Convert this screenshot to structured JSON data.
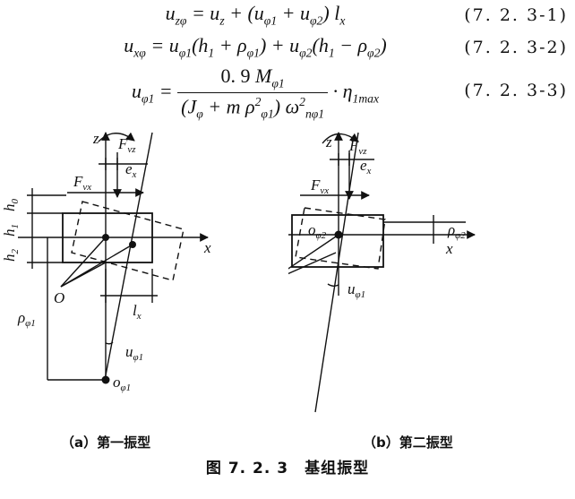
{
  "equations": [
    {
      "number": "(7. 2. 3-1)"
    },
    {
      "number": "(7. 2. 3-2)"
    },
    {
      "number": "(7. 2. 3-3)"
    }
  ],
  "figure_a": {
    "caption": "（a）第一振型",
    "labels": {
      "z": "z",
      "x": "x",
      "O": "O",
      "h0": "h",
      "h1": "h",
      "h2": "h",
      "rho": "ρ",
      "lx": "l",
      "ex": "e",
      "Fvz": "F",
      "Fvx": "F",
      "u": "u",
      "o": "o"
    }
  },
  "figure_b": {
    "caption": "（b）第二振型",
    "labels": {
      "z": "z",
      "x": "x",
      "O": "O",
      "rho": "ρ",
      "ex": "e",
      "Fvz": "F",
      "Fvx": "F",
      "u": "u",
      "o": "o"
    }
  },
  "figure_title": "图 7. 2. 3　基组振型"
}
